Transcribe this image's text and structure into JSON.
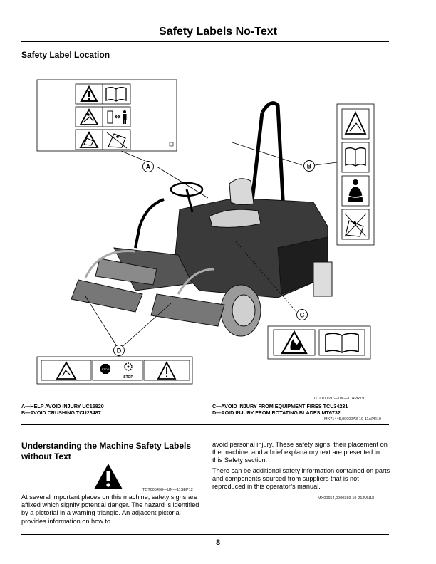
{
  "page": {
    "title": "Safety Labels No-Text",
    "section_heading": "Safety Label Location",
    "figure_ref": "TCT100697—UN—11APR19",
    "callouts": {
      "a": "A—HELP AVOID INJURY UC15820",
      "b": "B—AVOID CRUSHING TCU23487",
      "c": "C—AVOID INJURY FROM EQUIPMENT FIRES TCU34231",
      "d": "D—AOID INJURY FROM ROTATING BLADES MT6732"
    },
    "callout_ref": "MK71445,00000A3-19-11APR19",
    "sub_heading": "Understanding the Machine Safety Labels without Text",
    "warning_ref": "TCT005498—UN—11SEP12",
    "para1_left": "At several important places on this machine, safety signs are affixed which signify potential danger. The hazard is identified by a pictorial in a warning triangle. An adjacent pictorial provides information on how to",
    "para1_right": "avoid personal injury. These safety signs, their placement on the machine, and a brief explanatory text are presented in this Safety section.",
    "para2": "There can be additional safety information contained on parts and components sourced from suppliers that is not reproduced in this operator’s manual.",
    "text_ref": "MX00654,000038​9-19-21JUN18",
    "page_number": "8",
    "label_letters": {
      "a": "A",
      "b": "B",
      "c": "C",
      "d": "D"
    },
    "stop_text": "STOP"
  }
}
